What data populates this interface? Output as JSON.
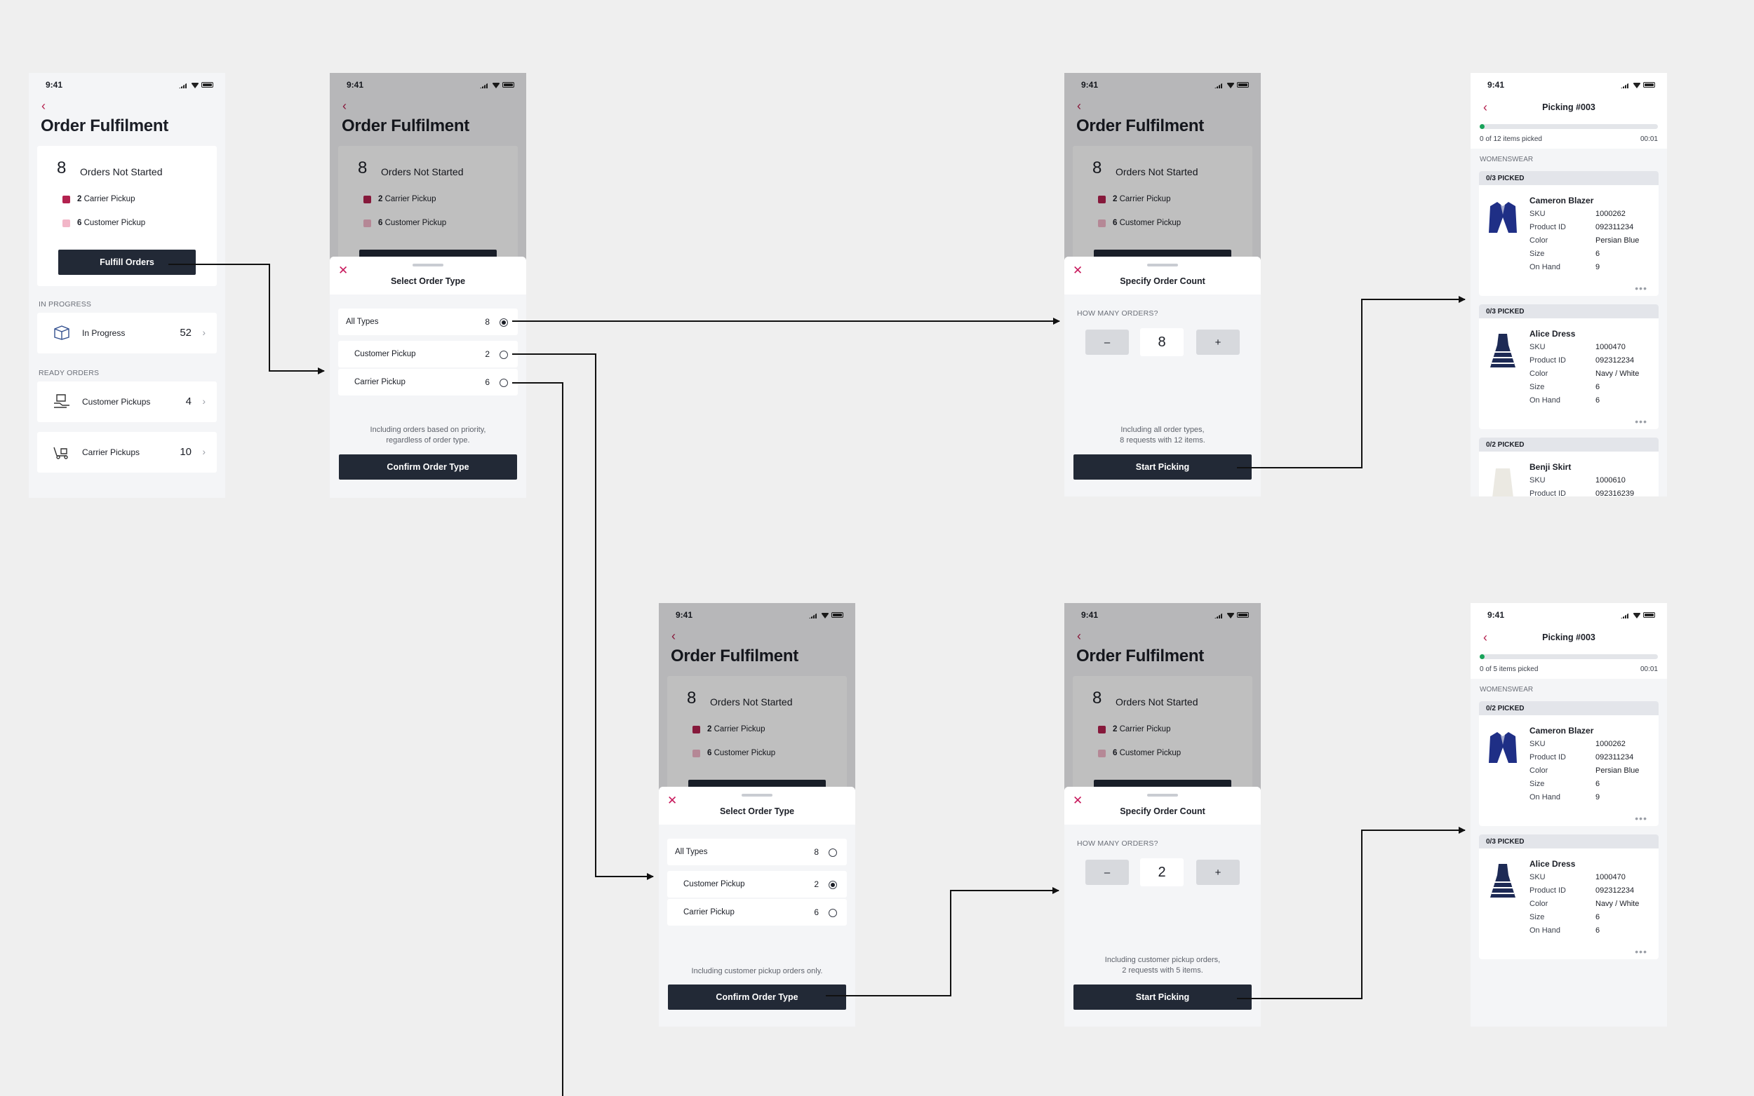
{
  "status": {
    "time": "9:41"
  },
  "home": {
    "title": "Order Fulfilment",
    "count": "8",
    "count_label": "Orders Not Started",
    "legend": [
      {
        "num": "2",
        "label": "Carrier Pickup",
        "color": "#b3224f"
      },
      {
        "num": "6",
        "label": "Customer Pickup",
        "color": "#f2b6c8"
      }
    ],
    "fulfill_button": "Fulfill Orders",
    "in_progress_label": "IN PROGRESS",
    "in_progress_item": {
      "label": "In Progress",
      "count": "52"
    },
    "ready_label": "READY ORDERS",
    "ready_items": [
      {
        "label": "Customer Pickups",
        "count": "4"
      },
      {
        "label": "Carrier Pickups",
        "count": "10"
      }
    ]
  },
  "select_type": {
    "title": "Select Order Type",
    "options": [
      {
        "label": "All Types",
        "count": "8"
      },
      {
        "label": "Customer Pickup",
        "count": "2"
      },
      {
        "label": "Carrier Pickup",
        "count": "6"
      }
    ],
    "note_all_line1": "Including orders based on priority,",
    "note_all_line2": "regardless of order type.",
    "note_customer": "Including customer pickup orders only.",
    "confirm": "Confirm Order Type"
  },
  "specify_count": {
    "title": "Specify Order Count",
    "question": "HOW MANY ORDERS?",
    "minus": "–",
    "plus": "+",
    "qty_all": "8",
    "qty_customer": "2",
    "note_all_line1": "Including all order types,",
    "note_all_line2": "8 requests with 12 items.",
    "note_customer_line1": "Including customer pickup orders,",
    "note_customer_line2": "2 requests with 5 items.",
    "start": "Start Picking"
  },
  "picking": {
    "title": "Picking #003",
    "progress_all": "0 of 12 items picked",
    "progress_customer": "0 of 5 items picked",
    "progress_fraction": 0.0,
    "timer": "00:01",
    "category": "WOMENSWEAR",
    "field_labels": {
      "sku": "SKU",
      "pid": "Product ID",
      "color": "Color",
      "size": "Size",
      "onhand": "On Hand"
    },
    "items_all": [
      {
        "tag": "0/3 PICKED",
        "name": "Cameron Blazer",
        "sku": "1000262",
        "pid": "092311234",
        "color": "Persian Blue",
        "size": "6",
        "onhand": "9"
      },
      {
        "tag": "0/3 PICKED",
        "name": "Alice Dress",
        "sku": "1000470",
        "pid": "092312234",
        "color": "Navy / White",
        "size": "6",
        "onhand": "6"
      },
      {
        "tag": "0/2 PICKED",
        "name": "Benji Skirt",
        "sku": "1000610",
        "pid": "092316239"
      }
    ],
    "items_customer": [
      {
        "tag": "0/2 PICKED",
        "name": "Cameron Blazer",
        "sku": "1000262",
        "pid": "092311234",
        "color": "Persian Blue",
        "size": "6",
        "onhand": "9"
      },
      {
        "tag": "0/3 PICKED",
        "name": "Alice Dress",
        "sku": "1000470",
        "pid": "092312234",
        "color": "Navy / White",
        "size": "6",
        "onhand": "6"
      }
    ]
  }
}
